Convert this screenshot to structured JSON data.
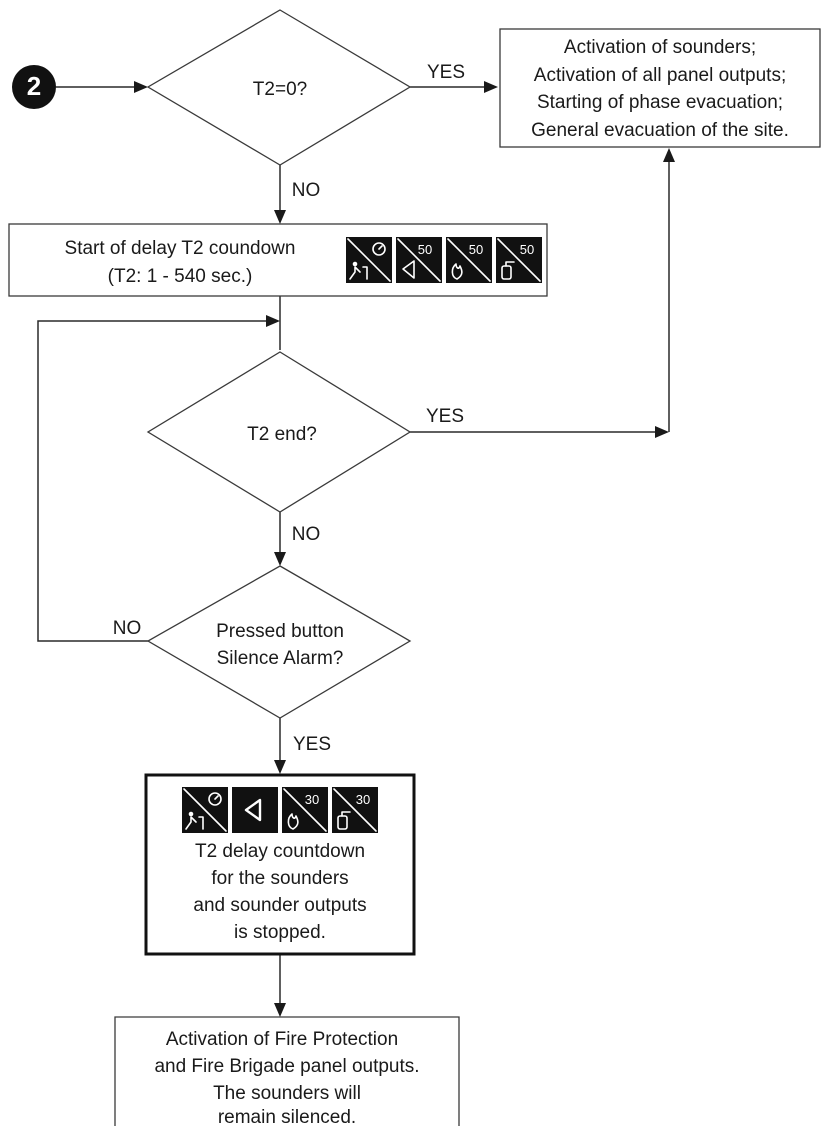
{
  "start_marker": "2",
  "decision_t2_zero": {
    "text": "T2=0?",
    "yes_label": "YES",
    "no_label": "NO"
  },
  "evacuation_box": {
    "lines": [
      "Activation of sounders;",
      "Activation of all panel outputs;",
      "Starting of phase evacuation;",
      "General evacuation of the site."
    ]
  },
  "countdown_box": {
    "lines": [
      "Start of delay T2 coundown",
      "(T2: 1 - 540 sec.)"
    ],
    "icons": [
      {
        "name": "evacuation-timer-disabled-icon",
        "value": ""
      },
      {
        "name": "sounder-disabled-icon",
        "value": "50"
      },
      {
        "name": "fire-protection-disabled-icon",
        "value": "50"
      },
      {
        "name": "fire-extinguisher-disabled-icon",
        "value": "50"
      }
    ]
  },
  "decision_t2_end": {
    "text": "T2 end?",
    "yes_label": "YES",
    "no_label": "NO"
  },
  "decision_silence": {
    "lines": [
      "Pressed button",
      "Silence Alarm?"
    ],
    "yes_label": "YES",
    "no_label": "NO"
  },
  "stopped_box": {
    "lines": [
      "T2 delay countdown",
      "for the sounders",
      "and sounder outputs",
      "is stopped."
    ],
    "icons": [
      {
        "name": "evacuation-timer-disabled-icon",
        "value": ""
      },
      {
        "name": "sounder-active-icon",
        "value": ""
      },
      {
        "name": "fire-protection-disabled-icon",
        "value": "30"
      },
      {
        "name": "fire-extinguisher-disabled-icon",
        "value": "30"
      }
    ]
  },
  "final_box": {
    "lines": [
      "Activation of Fire Protection",
      "and Fire Brigade panel outputs.",
      "The sounders will",
      "remain silenced."
    ]
  }
}
